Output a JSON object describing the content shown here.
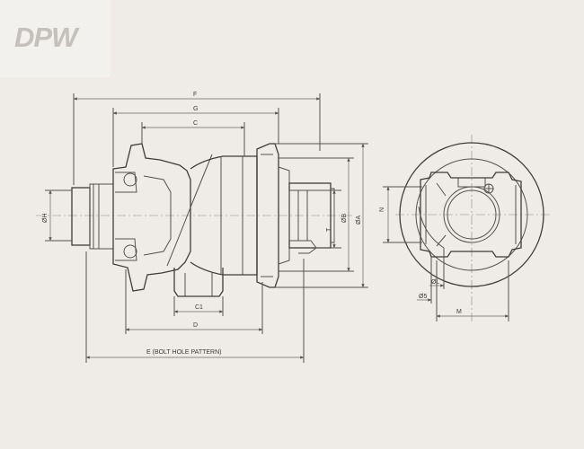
{
  "brand": {
    "logo_text": "DPW",
    "logo_color": "#c4c1bc"
  },
  "colors": {
    "background": "#efece7",
    "line": "#55524e",
    "dimension": "#6a6661"
  },
  "dimensions": {
    "F": "F",
    "G": "G",
    "C": "C",
    "H": "ØH",
    "B": "ØB",
    "A": "ØA",
    "T": "T",
    "C1": "C1",
    "D": "D",
    "E": "E (BOLT HOLE PATTERN)",
    "N": "N",
    "L": "ØL",
    "S": "Ø5",
    "M": "M"
  }
}
